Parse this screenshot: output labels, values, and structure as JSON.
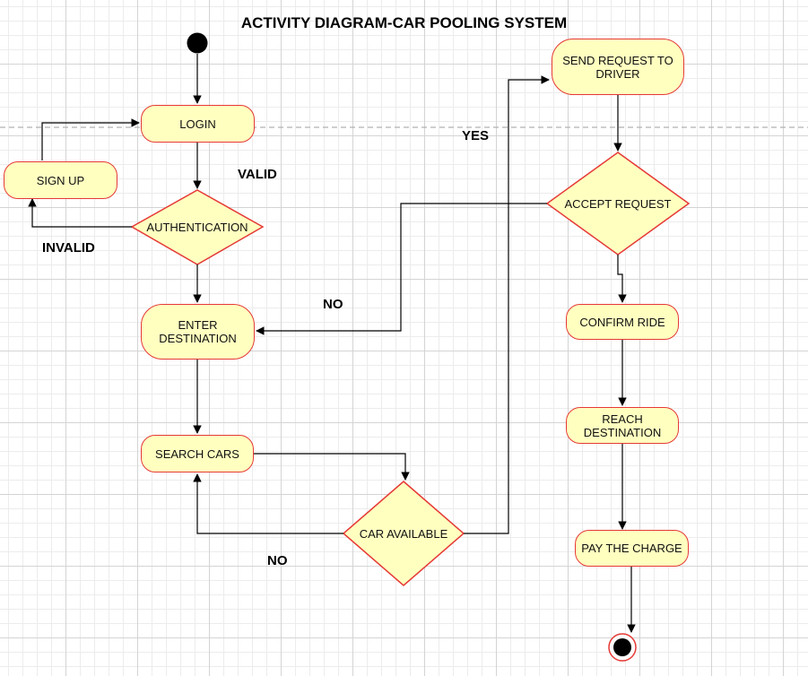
{
  "title": "ACTIVITY DIAGRAM-CAR POOLING SYSTEM",
  "colors": {
    "node_fill": "#ffffc0",
    "node_stroke": "#e53935",
    "line": "#000000"
  },
  "nodes": {
    "login": "LOGIN",
    "sign_up": "SIGN UP",
    "authentication": "AUTHENTICATION",
    "enter_destination": "ENTER\nDESTINATION",
    "search_cars": "SEARCH CARS",
    "car_available": "CAR AVAILABLE",
    "send_request": "SEND REQUEST TO\nDRIVER",
    "accept_request": "ACCEPT REQUEST",
    "confirm_ride": "CONFIRM RIDE",
    "reach_destination": "REACH\nDESTINATION",
    "pay_charge": "PAY THE CHARGE"
  },
  "edge_labels": {
    "valid": "VALID",
    "invalid": "INVALID",
    "no_accept": "NO",
    "no_car": "NO",
    "yes": "YES"
  }
}
